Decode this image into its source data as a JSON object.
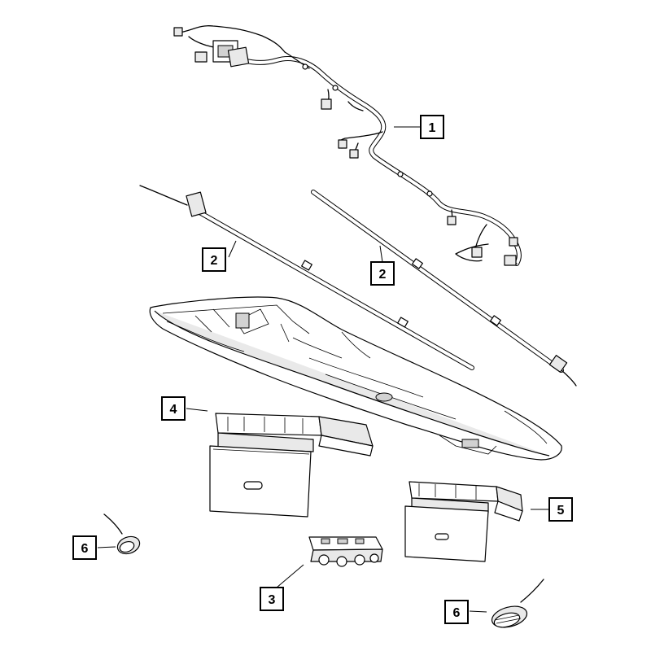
{
  "diagram": {
    "callouts": [
      {
        "id": "c1",
        "label": "1"
      },
      {
        "id": "c2a",
        "label": "2"
      },
      {
        "id": "c2b",
        "label": "2"
      },
      {
        "id": "c3",
        "label": "3"
      },
      {
        "id": "c4",
        "label": "4"
      },
      {
        "id": "c5",
        "label": "5"
      },
      {
        "id": "c6a",
        "label": "6"
      },
      {
        "id": "c6b",
        "label": "6"
      }
    ]
  }
}
